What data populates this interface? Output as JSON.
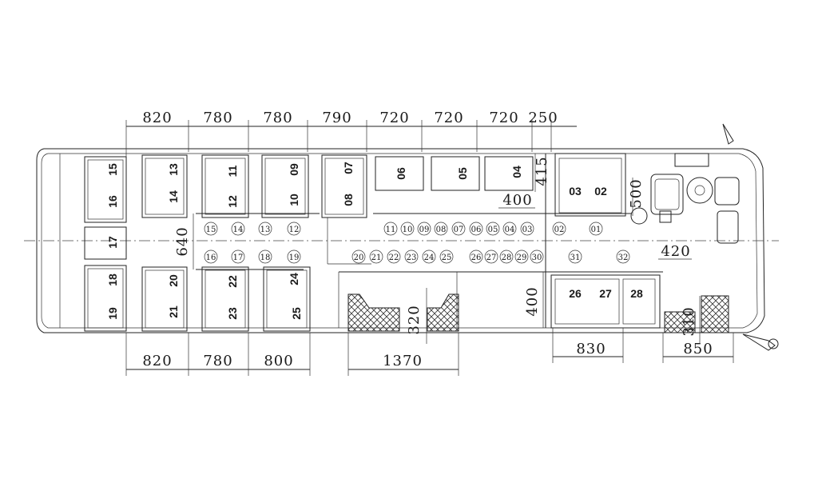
{
  "top_dimensions": [
    "820",
    "780",
    "780",
    "790",
    "720",
    "720",
    "720",
    "250"
  ],
  "bottom_dimensions": [
    "820",
    "780",
    "800",
    "1370",
    "830",
    "850"
  ],
  "vertical_dimensions": [
    "640",
    "400",
    "415",
    "500",
    "420",
    "320",
    "310"
  ],
  "seats_upper": [
    "15",
    "16",
    "13",
    "14",
    "11",
    "12",
    "09",
    "10",
    "07",
    "08",
    "06",
    "05",
    "04",
    "03",
    "02"
  ],
  "seats_lower": [
    "17",
    "18",
    "19",
    "20",
    "21",
    "22",
    "23",
    "24",
    "25",
    "26",
    "27",
    "28"
  ],
  "handle_markers_upper": [
    "15",
    "14",
    "13",
    "12",
    "11",
    "10",
    "09",
    "08",
    "07",
    "06",
    "05",
    "04",
    "03",
    "02",
    "01"
  ],
  "handle_markers_lower": [
    "16",
    "17",
    "18",
    "19",
    "20",
    "21",
    "22",
    "23",
    "24",
    "25",
    "26",
    "27",
    "28",
    "29",
    "30",
    "31",
    "32"
  ]
}
